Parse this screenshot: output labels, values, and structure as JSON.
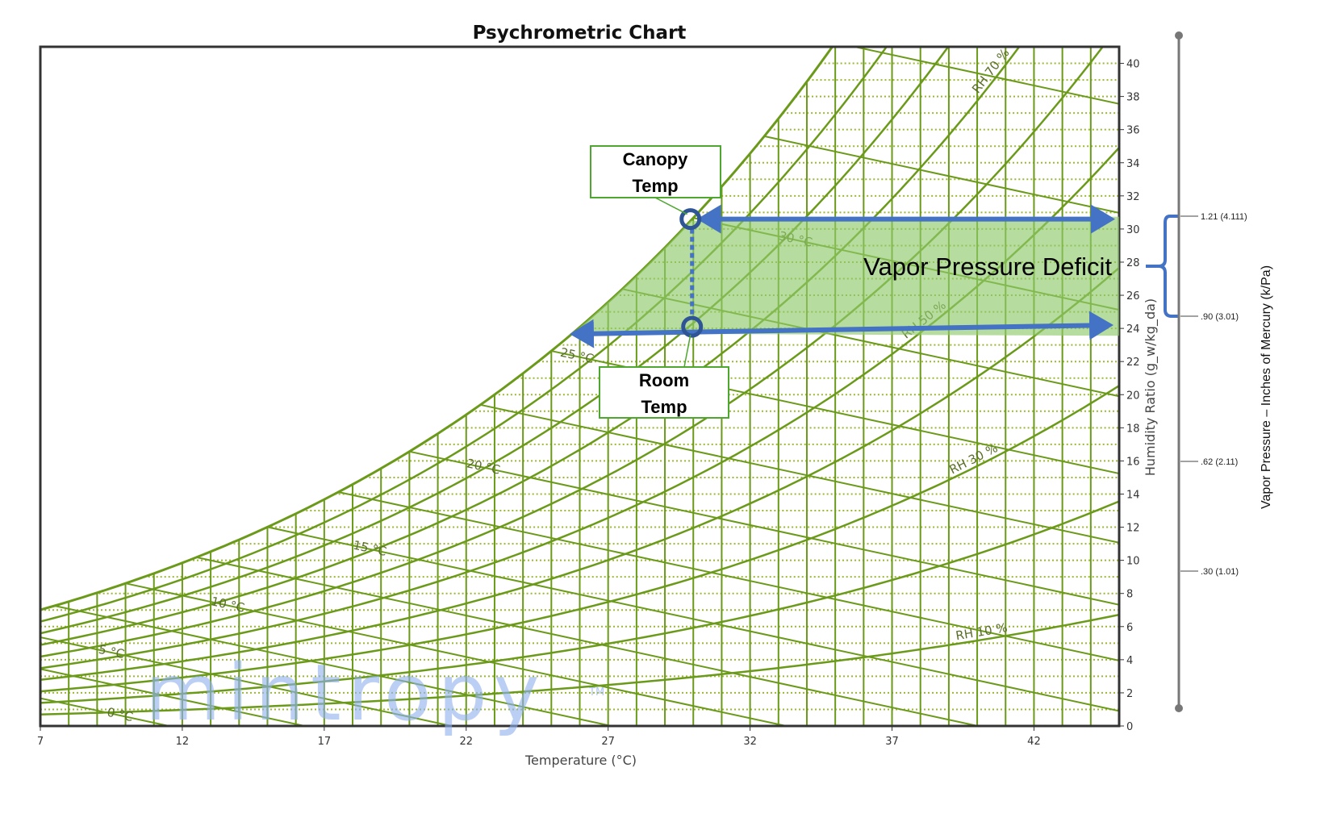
{
  "chart_data": {
    "type": "line",
    "title": "Psychrometric Chart",
    "xlabel": "Temperature (°C)",
    "ylabel": "Humidity Ratio (g_w/kg_da)",
    "xlim": [
      7,
      45
    ],
    "ylim": [
      0,
      41
    ],
    "x_ticks": [
      "7",
      "12",
      "17",
      "22",
      "27",
      "32",
      "37",
      "42"
    ],
    "y_ticks": [
      "0",
      "2",
      "4",
      "6",
      "8",
      "10",
      "12",
      "14",
      "16",
      "18",
      "20",
      "22",
      "24",
      "26",
      "28",
      "30",
      "32",
      "34",
      "36",
      "38",
      "40"
    ],
    "grid": true,
    "rh_curves_percent": [
      10,
      20,
      30,
      40,
      50,
      60,
      70,
      80,
      90,
      100
    ],
    "rh_labels": [
      "RH 10 %",
      "RH 30 %",
      "RH 50 %",
      "RH 70 %"
    ],
    "wet_bulb_labels": [
      "0 °C",
      "5 °C",
      "10 °C",
      "15 °C",
      "20 °C",
      "25 °C",
      "30 °C"
    ],
    "colors": {
      "curves": "#6b9a1a",
      "grid_dots": "#9ab832",
      "arrows": "#4472c4",
      "markers": "#2f5597",
      "vpd_fill": "#8fc96b",
      "box_border": "#4ea72e"
    },
    "annotations": {
      "canopy": {
        "label_line1": "Canopy",
        "label_line2": "Temp",
        "T": 29.9,
        "W": 30.6
      },
      "room": {
        "label_line1": "Room",
        "label_line2": "Temp",
        "T": 29.9,
        "W": 24.1
      },
      "vpd_label": "Vapor Pressure Deficit"
    },
    "vapor_pressure_scale": {
      "title": "Vapor Pressure – Inches of Mercury (k/Pa)",
      "ticks": [
        {
          "label": "1.21 (4.111)",
          "W": 30.8
        },
        {
          "label": ".90 (3.01)",
          "W": 24.8
        },
        {
          "label": ".62 (2.11)",
          "W": 16.0
        },
        {
          "label": ".30 (1.01)",
          "W": 9.4
        }
      ]
    }
  },
  "watermark": {
    "text": "mintropy",
    "tm": "TM"
  }
}
